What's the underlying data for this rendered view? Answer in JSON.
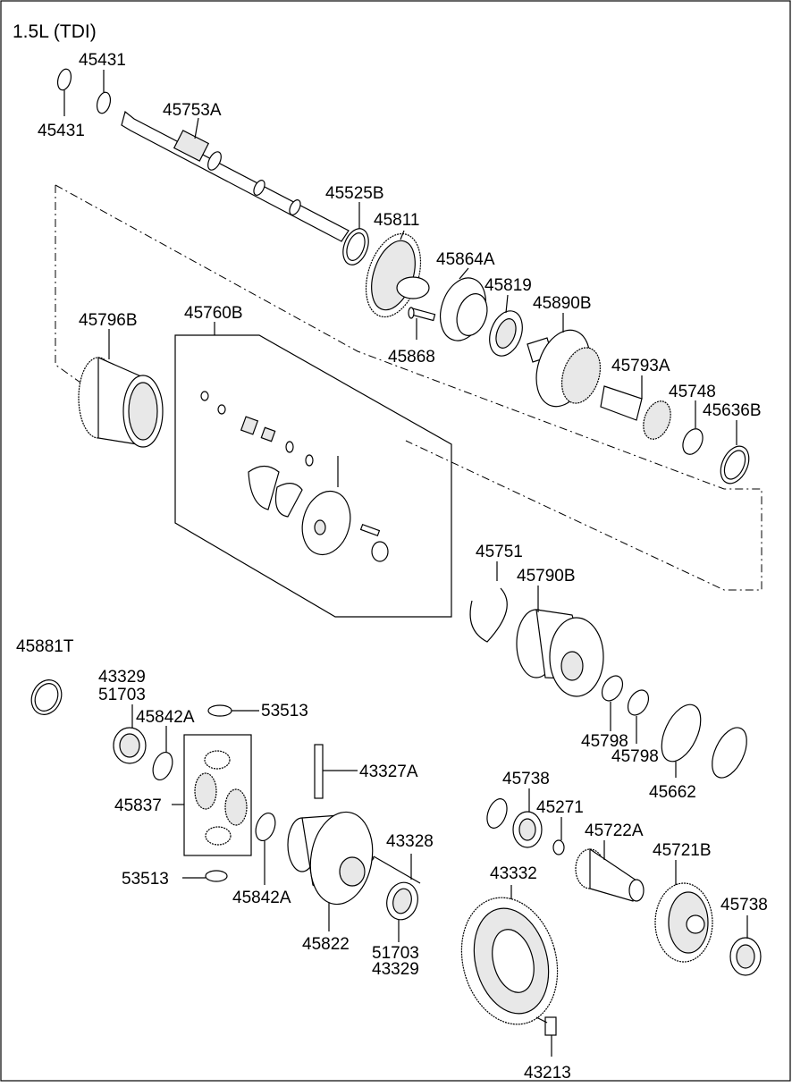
{
  "title": "1.5L (TDI)",
  "labels": [
    {
      "id": "snap-ring-a",
      "text": "45431"
    },
    {
      "id": "snap-ring-b",
      "text": "45431"
    },
    {
      "id": "output-shaft",
      "text": "45753A"
    },
    {
      "id": "washer-45525b",
      "text": "45525B"
    },
    {
      "id": "gear-45811",
      "text": "45811"
    },
    {
      "id": "hub-45864a",
      "text": "45864A"
    },
    {
      "id": "bearing-45819",
      "text": "45819"
    },
    {
      "id": "carrier-45890b",
      "text": "45890B"
    },
    {
      "id": "bolt-45868",
      "text": "45868"
    },
    {
      "id": "shaft-45793a",
      "text": "45793A"
    },
    {
      "id": "ring-45748",
      "text": "45748"
    },
    {
      "id": "ring-45636b",
      "text": "45636B"
    },
    {
      "id": "drum-45796b",
      "text": "45796B"
    },
    {
      "id": "kit-45760b",
      "text": "45760B"
    },
    {
      "id": "clip-45751",
      "text": "45751"
    },
    {
      "id": "drum-45790b",
      "text": "45790B"
    },
    {
      "id": "ring-45881t",
      "text": "45881T"
    },
    {
      "id": "bearing-left-a",
      "text": "43329"
    },
    {
      "id": "bearing-left-b",
      "text": "51703"
    },
    {
      "id": "washer-45842a-top",
      "text": "45842A"
    },
    {
      "id": "washer-53513-top",
      "text": "53513"
    },
    {
      "id": "ring-45798-a",
      "text": "45798"
    },
    {
      "id": "ring-45798-b",
      "text": "45798"
    },
    {
      "id": "ring-45662",
      "text": "45662"
    },
    {
      "id": "pin-43327a",
      "text": "43327A"
    },
    {
      "id": "gear-set-45837",
      "text": "45837"
    },
    {
      "id": "bearing-45738-a",
      "text": "45738"
    },
    {
      "id": "plug-45271",
      "text": "45271"
    },
    {
      "id": "pinion-45722a",
      "text": "45722A"
    },
    {
      "id": "gear-45721b",
      "text": "45721B"
    },
    {
      "id": "pin-43328",
      "text": "43328"
    },
    {
      "id": "washer-53513-bottom",
      "text": "53513"
    },
    {
      "id": "washer-45842a-bottom",
      "text": "45842A"
    },
    {
      "id": "ring-gear-43332",
      "text": "43332"
    },
    {
      "id": "bearing-45738-b",
      "text": "45738"
    },
    {
      "id": "case-45822",
      "text": "45822"
    },
    {
      "id": "bearing-right-a",
      "text": "51703"
    },
    {
      "id": "bearing-right-b",
      "text": "43329"
    },
    {
      "id": "bolt-43213",
      "text": "43213"
    }
  ]
}
